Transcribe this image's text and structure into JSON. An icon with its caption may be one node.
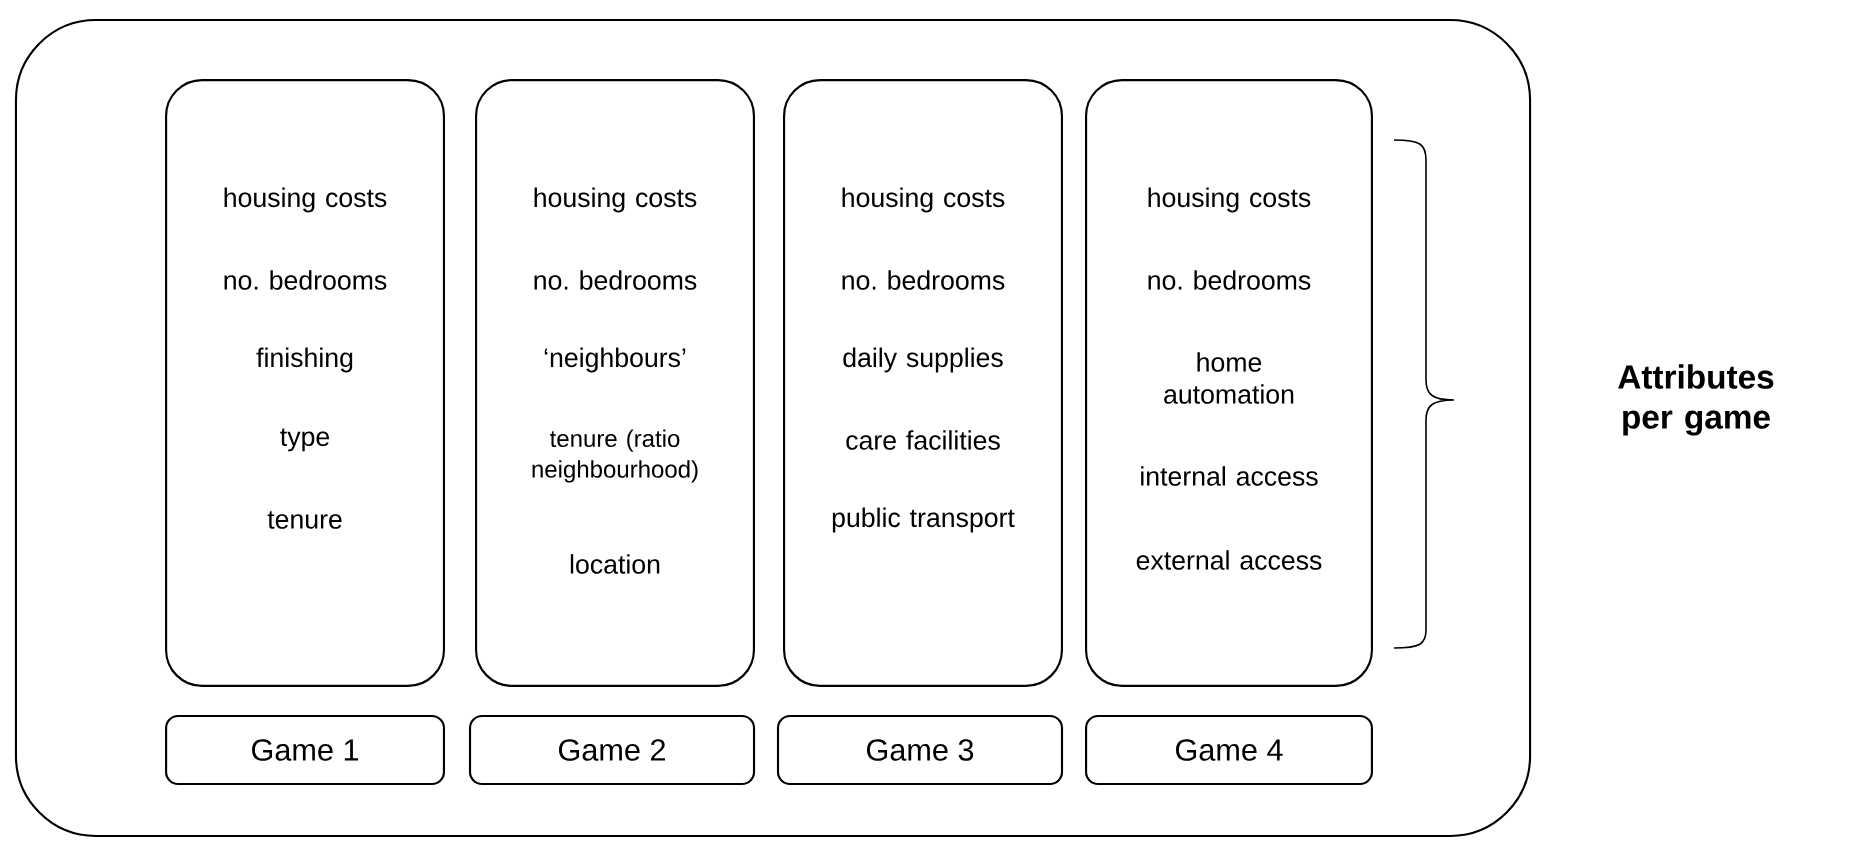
{
  "diagram": {
    "nodes": [
      {
        "text": [],
        "shape": "box"
      },
      {
        "text": [
          "housing costs",
          "no. bedrooms",
          "finishing",
          "type",
          "tenure"
        ],
        "in": 0
      },
      {
        "text": [
          "housing costs",
          "no. bedrooms",
          "‘neighbours’",
          "tenure (ratio neighbourhood)",
          "location"
        ],
        "in": 0
      },
      {
        "text": [
          "housing costs",
          "no. bedrooms",
          "daily supplies",
          "care facilities",
          "public transport"
        ],
        "in": 0
      },
      {
        "text": [
          "housing costs",
          "no. bedrooms",
          "home automation",
          "internal access",
          "external access"
        ],
        "in": 0
      },
      {
        "text": [
          "Game 1"
        ],
        "in": 0
      },
      {
        "text": [
          "Game 2"
        ],
        "in": 0
      },
      {
        "text": [
          "Game 3"
        ],
        "in": 0
      },
      {
        "text": [
          "Game 4"
        ],
        "in": 0
      }
    ],
    "labels": [
      "Attributes per game"
    ]
  }
}
